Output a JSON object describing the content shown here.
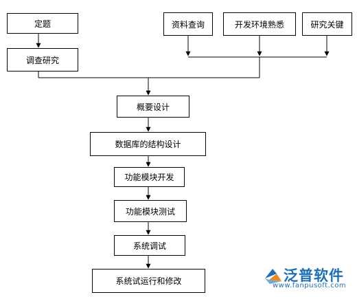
{
  "diagram": {
    "nodes": {
      "n_topic": "定题",
      "n_research": "调查研究",
      "n_lookup": "资料查询",
      "n_devenv": "开发环境熟悉",
      "n_key": "研究关键",
      "n_overview": "概要设计",
      "n_db": "数据库的结构设计",
      "n_moddev": "功能模块开发",
      "n_modtest": "功能模块测试",
      "n_systest": "系统调试",
      "n_final": "系统试运行和修改"
    },
    "edges": [
      [
        "n_topic",
        "n_research"
      ],
      [
        "n_lookup",
        "merge"
      ],
      [
        "n_devenv",
        "merge"
      ],
      [
        "n_key",
        "merge"
      ],
      [
        "n_research",
        "n_overview"
      ],
      [
        "merge",
        "n_overview"
      ],
      [
        "n_overview",
        "n_db"
      ],
      [
        "n_db",
        "n_moddev"
      ],
      [
        "n_moddev",
        "n_modtest"
      ],
      [
        "n_modtest",
        "n_systest"
      ],
      [
        "n_systest",
        "n_final"
      ]
    ]
  },
  "watermark": {
    "name": "泛普软件",
    "url": "www.fanpusoft.com"
  },
  "colors": {
    "line": "#000000",
    "logo_blue": "#1b6fb8",
    "logo_orange": "#f08a1c"
  }
}
